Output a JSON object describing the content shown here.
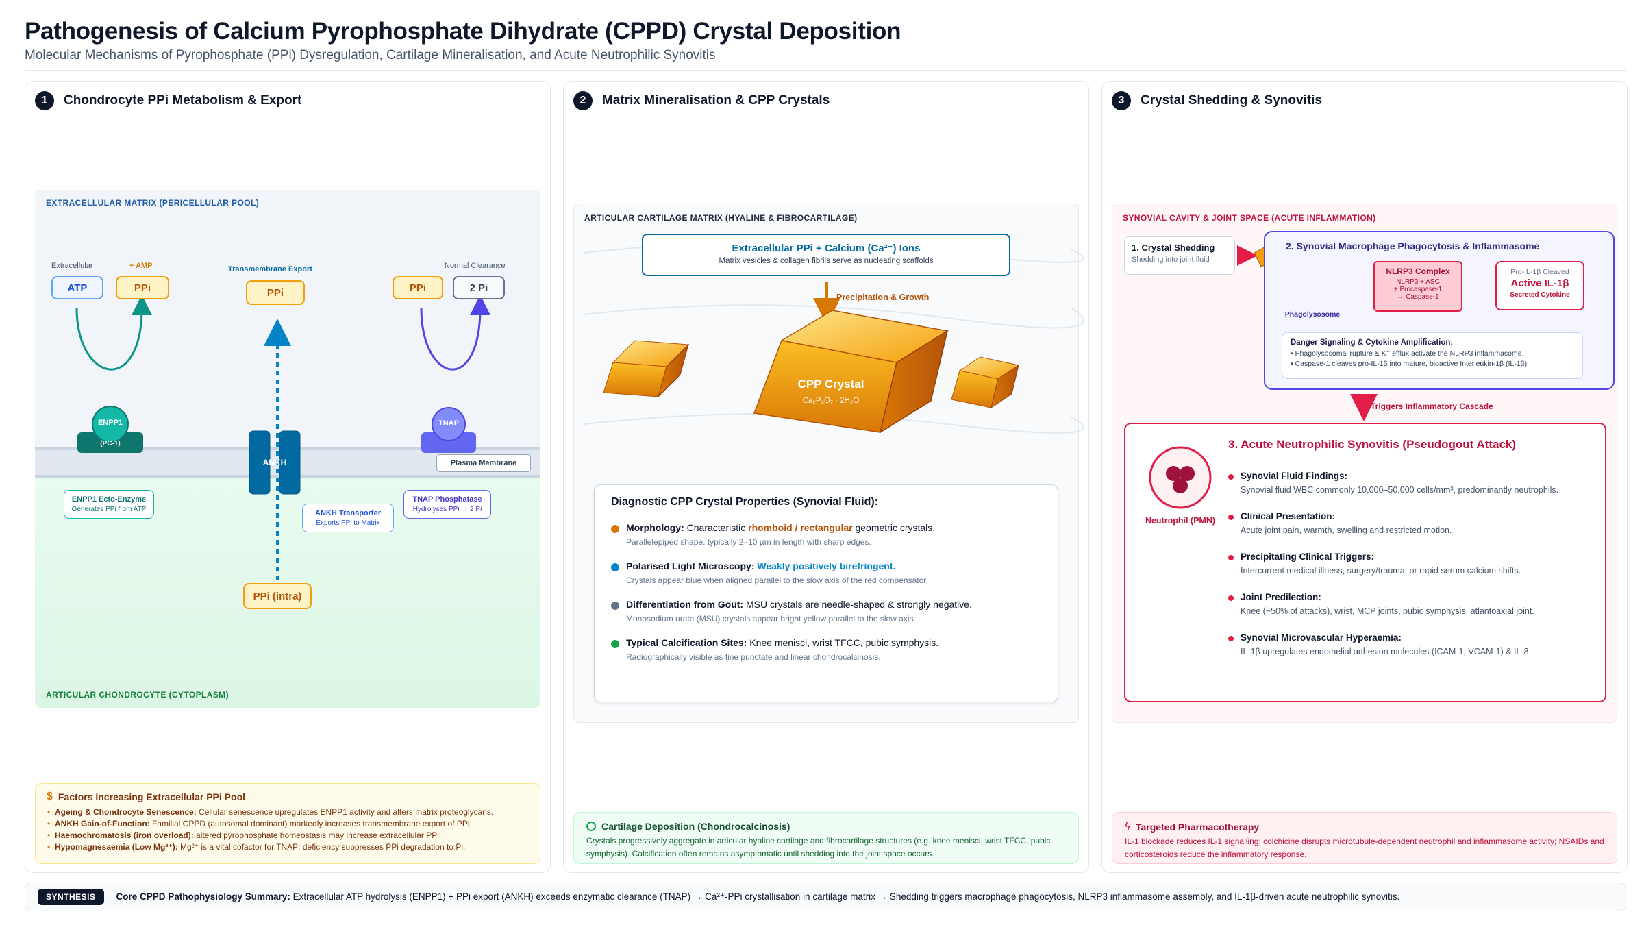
{
  "header": {
    "title": "Pathogenesis of Calcium Pyrophosphate Dihydrate (CPPD) Crystal Deposition",
    "subtitle": "Molecular Mechanisms of Pyrophosphate (PPi) Dysregulation, Cartilage Mineralisation, and Acute Neutrophilic Synovitis"
  },
  "panel1": {
    "number": "1",
    "title": "Chondrocyte PPi Metabolism & Export",
    "ecm_label": "EXTRACELLULAR MATRIX (PERICELLULAR POOL)",
    "cyto_label": "ARTICULAR CHONDROCYTE (CYTOPLASM)",
    "extracellular": "Extracellular",
    "amp": "+ AMP",
    "transmembrane_export": "Transmembrane Export",
    "normal_clearance": "Normal Clearance",
    "atp": "ATP",
    "ppi": "PPi",
    "two_pi": "2 Pi",
    "ppi_intra": "PPi (intra)",
    "enpp1": "ENPP1",
    "pc1": "(PC-1)",
    "ankh": "ANKH",
    "tnap": "TNAP",
    "plasma_membrane": "Plasma Membrane",
    "enpp1_legend_title": "ENPP1 Ecto-Enzyme",
    "enpp1_legend_sub": "Generates PPi from ATP",
    "ankh_legend_title": "ANKH Transporter",
    "ankh_legend_sub": "Exports PPi to Matrix",
    "tnap_legend_title": "TNAP Phosphatase",
    "tnap_legend_sub": "Hydrolyses PPi → 2 Pi",
    "factors_title": "Factors Increasing Extracellular PPi Pool",
    "factors": [
      {
        "term": "Ageing & Chondrocyte Senescence:",
        "text": " Cellular senescence upregulates ENPP1 activity and alters matrix proteoglycans."
      },
      {
        "term": "ANKH Gain-of-Function:",
        "text": " Familial CPPD (autosomal dominant) markedly increases transmembrane export of PPi."
      },
      {
        "term": "Haemochromatosis (iron overload):",
        "text": " altered pyrophosphate homeostasis may increase extracellular PPi."
      },
      {
        "term": "Hypomagnesaemia (Low Mg²⁺):",
        "text": " Mg²⁺ is a vital cofactor for TNAP; deficiency suppresses PPi degradation to Pi."
      }
    ]
  },
  "panel2": {
    "number": "2",
    "title": "Matrix Mineralisation & CPP Crystals",
    "zone_label": "ARTICULAR CARTILAGE MATRIX (HYALINE & FIBROCARTILAGE)",
    "ions_title": "Extracellular PPi + Calcium (Ca²⁺) Ions",
    "ions_sub": "Matrix vesicles & collagen fibrils serve as nucleating scaffolds",
    "precip": "Precipitation & Growth",
    "crystal_name": "CPP Crystal",
    "crystal_formula": "Ca₂P₂O₇ · 2H₂O",
    "diag_title": "Diagnostic CPP Crystal Properties (Synovial Fluid):",
    "diag_items": [
      {
        "color": "#d97706",
        "term": "Morphology:",
        "pre": " Characteristic ",
        "hl": "rhomboid / rectangular",
        "hl_color": "#b45309",
        "post": " geometric crystals.",
        "sub": "Parallelepiped shape, typically 2–10 µm in length with sharp edges."
      },
      {
        "color": "#0284c7",
        "term": "Polarised Light Microscopy:",
        "pre": " ",
        "hl": "Weakly positively birefringent.",
        "hl_color": "#0284c7",
        "post": "",
        "sub": "Crystals appear blue when aligned parallel to the slow axis of the red compensator."
      },
      {
        "color": "#64748b",
        "term": "Differentiation from Gout:",
        "pre": " MSU crystals are needle-shaped & strongly negative.",
        "hl": "",
        "hl_color": "#0f172a",
        "post": "",
        "sub": "Monosodium urate (MSU) crystals appear bright yellow parallel to the slow axis."
      },
      {
        "color": "#16a34a",
        "term": "Typical Calcification Sites:",
        "pre": " Knee menisci, wrist TFCC, pubic symphysis.",
        "hl": "",
        "hl_color": "#0f172a",
        "post": "",
        "sub": "Radiographically visible as fine punctate and linear chondrocalcinosis."
      }
    ],
    "cart_title": "Cartilage Deposition (Chondrocalcinosis)",
    "cart_text": "Crystals progressively aggregate in articular hyaline cartilage and fibrocartilage structures (e.g. knee menisci, wrist TFCC, pubic symphysis). Calcification often remains asymptomatic until shedding into the joint space occurs."
  },
  "panel3": {
    "number": "3",
    "title": "Crystal Shedding & Synovitis",
    "zone_label": "SYNOVIAL CAVITY & JOINT SPACE (ACUTE INFLAMMATION)",
    "shed_title": "1. Crystal Shedding",
    "shed_sub": "Shedding into joint fluid",
    "macro_title": "2. Synovial Macrophage Phagocytosis & Inflammasome",
    "phago": "Phagolysosome",
    "nlrp3_title": "NLRP3 Complex",
    "nlrp3_lines": [
      "NLRP3 + ASC",
      "+ Procaspase-1",
      "→ Caspase-1"
    ],
    "il_pre": "Pro-IL-1β Cleaved",
    "il_title": "Active IL-1β",
    "il_sub": "Secreted Cytokine",
    "danger_title": "Danger Signaling & Cytokine Amplification:",
    "danger_lines": [
      "• Phagolysosomal rupture & K⁺ efflux activate the NLRP3 inflammasome.",
      "• Caspase-1 cleaves pro-IL-1β into mature, bioactive Interleukin-1β (IL-1β)."
    ],
    "trigger": "Triggers Inflammatory Cascade",
    "syn_title": "3. Acute Neutrophilic Synovitis (Pseudogout Attack)",
    "neutrophil": "Neutrophil (PMN)",
    "syn_items": [
      {
        "h": "Synovial Fluid Findings:",
        "b": "Synovial fluid WBC commonly 10,000–50,000 cells/mm³, predominantly neutrophils."
      },
      {
        "h": "Clinical Presentation:",
        "b": "Acute joint pain, warmth, swelling and restricted motion."
      },
      {
        "h": "Precipitating Clinical Triggers:",
        "b": "Intercurrent medical illness, surgery/trauma, or rapid serum calcium shifts."
      },
      {
        "h": "Joint Predilection:",
        "b": "Knee (~50% of attacks), wrist, MCP joints, pubic symphysis, atlantoaxial joint."
      },
      {
        "h": "Synovial Microvascular Hyperaemia:",
        "b": "IL-1β upregulates endothelial adhesion molecules (ICAM-1, VCAM-1) & IL-8."
      }
    ],
    "pharma_title": "Targeted Pharmacotherapy",
    "pharma_text": "IL-1 blockade reduces IL-1 signalling; colchicine disrupts microtubule-dependent neutrophil and inflammasome activity; NSAIDs and corticosteroids reduce the inflammatory response."
  },
  "synthesis": {
    "tag": "SYNTHESIS",
    "lead": "Core CPPD Pathophysiology Summary:",
    "text": " Extracellular ATP hydrolysis (ENPP1) + PPi export (ANKH) exceeds enzymatic clearance (TNAP) → Ca²⁺-PPi crystallisation in cartilage matrix → Shedding triggers macrophage phagocytosis, NLRP3 inflammasome assembly, and IL-1β-driven acute neutrophilic synovitis."
  },
  "colors": {
    "teal": "#0d9488",
    "indigo": "#4f46e5",
    "blue": "#0284c7",
    "amber": "#d97706",
    "rose": "#e11d48"
  }
}
